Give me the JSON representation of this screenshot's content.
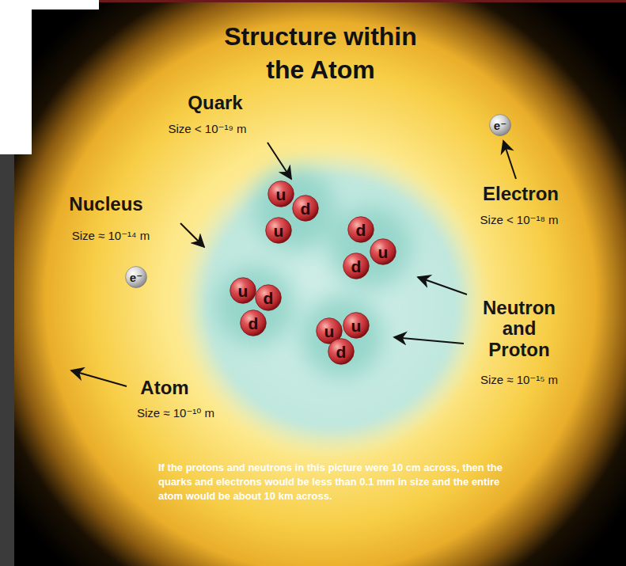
{
  "diagram": {
    "title": "Structure within the Atom",
    "caption": "If the protons and neutrons in this picture were 10 cm across, then the quarks and electrons would be less than 0.1 mm in size and the entire atom would be about 10 km across.",
    "nodes": [
      {
        "text": [
          "e⁻"
        ]
      },
      {
        "text": [
          "u"
        ]
      },
      {
        "text": [
          "d"
        ]
      },
      {
        "text": [
          "d"
        ]
      },
      {
        "text": [
          "u"
        ]
      },
      {
        "text": [
          "u"
        ]
      },
      {
        "text": [
          "d"
        ]
      },
      {
        "text": [
          "e⁻"
        ]
      },
      {
        "text": [
          "u"
        ]
      },
      {
        "text": [
          "d"
        ]
      },
      {
        "text": [
          "d"
        ]
      },
      {
        "text": [
          "u"
        ]
      },
      {
        "text": [
          "u"
        ]
      },
      {
        "text": [
          "d"
        ]
      }
    ],
    "labels": [
      "Quark",
      "Size < 10⁻¹⁹ m",
      "Nucleus",
      "Size ≈ 10⁻¹⁴ m",
      "Electron",
      "Size < 10⁻¹⁸ m",
      "Neutron and Proton",
      "Size ≈ 10⁻¹⁵ m",
      "Atom",
      "Size ≈ 10⁻¹⁰ m"
    ]
  }
}
